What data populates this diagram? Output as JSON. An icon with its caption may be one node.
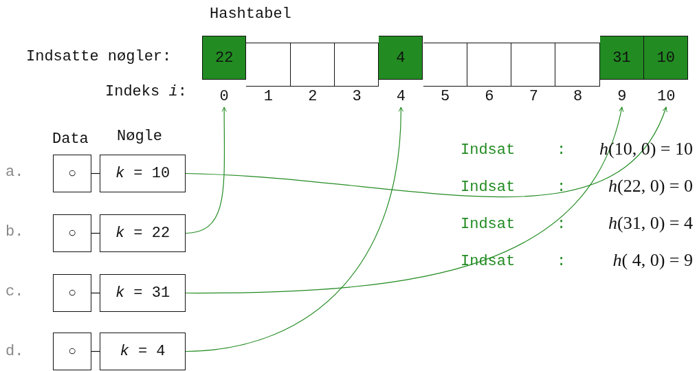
{
  "diagram": {
    "title": "Hashtabel",
    "nodes": [
      {
        "text": [
          "22"
        ]
      },
      {
        "text": [],
        "shape": "box"
      },
      {
        "text": [],
        "shape": "box"
      },
      {
        "text": [],
        "shape": "box"
      },
      {
        "text": [
          "4"
        ]
      },
      {
        "text": [],
        "shape": "box"
      },
      {
        "text": [],
        "shape": "box"
      },
      {
        "text": [],
        "shape": "box"
      },
      {
        "text": [],
        "shape": "box"
      },
      {
        "text": [
          "31"
        ]
      },
      {
        "text": [
          "10"
        ]
      },
      {
        "text": [
          "0"
        ]
      },
      {
        "text": [
          "1"
        ]
      },
      {
        "text": [
          "2"
        ]
      },
      {
        "text": [
          "3"
        ]
      },
      {
        "text": [
          "4"
        ]
      },
      {
        "text": [
          "5"
        ]
      },
      {
        "text": [
          "6"
        ]
      },
      {
        "text": [
          "7"
        ]
      },
      {
        "text": [
          "8"
        ]
      },
      {
        "text": [
          "9"
        ]
      },
      {
        "text": [
          "10"
        ]
      },
      {
        "text": [
          "○"
        ]
      },
      {
        "text": [
          "*k* = 10"
        ]
      },
      {
        "text": [
          "○"
        ]
      },
      {
        "text": [
          "*k* = 22"
        ]
      },
      {
        "text": [
          "○"
        ]
      },
      {
        "text": [
          "*k* = 31"
        ]
      },
      {
        "text": [
          "○"
        ]
      },
      {
        "text": [
          "*k* = 4"
        ]
      }
    ],
    "edges": [
      {
        "from": 22,
        "to": 23,
        "arrow": "none"
      },
      {
        "from": 23,
        "to": 21,
        "arrow": "to",
        "color": "#228b22"
      },
      {
        "from": 24,
        "to": 25,
        "arrow": "none"
      },
      {
        "from": 25,
        "to": 11,
        "arrow": "to",
        "color": "#228b22"
      },
      {
        "from": 26,
        "to": 27,
        "arrow": "none"
      },
      {
        "from": 27,
        "to": 20,
        "arrow": "to",
        "color": "#228b22"
      },
      {
        "from": 28,
        "to": 29,
        "arrow": "none"
      },
      {
        "from": 29,
        "to": 15,
        "arrow": "to",
        "color": "#228b22"
      }
    ],
    "labels": [
      "Indsatte nøgler:",
      "Indeks *i*:",
      "Data",
      "Nøgle",
      "Indsat",
      ":",
      "*h*(10, 0) = 10",
      "a.",
      "Indsat",
      ":",
      "*h*(22, 0) = 0",
      "b.",
      "Indsat",
      ":",
      "*h*(31, 0) = 4",
      "c.",
      "Indsat",
      ":",
      "*h*( 4, 0) = 9",
      "d."
    ]
  }
}
